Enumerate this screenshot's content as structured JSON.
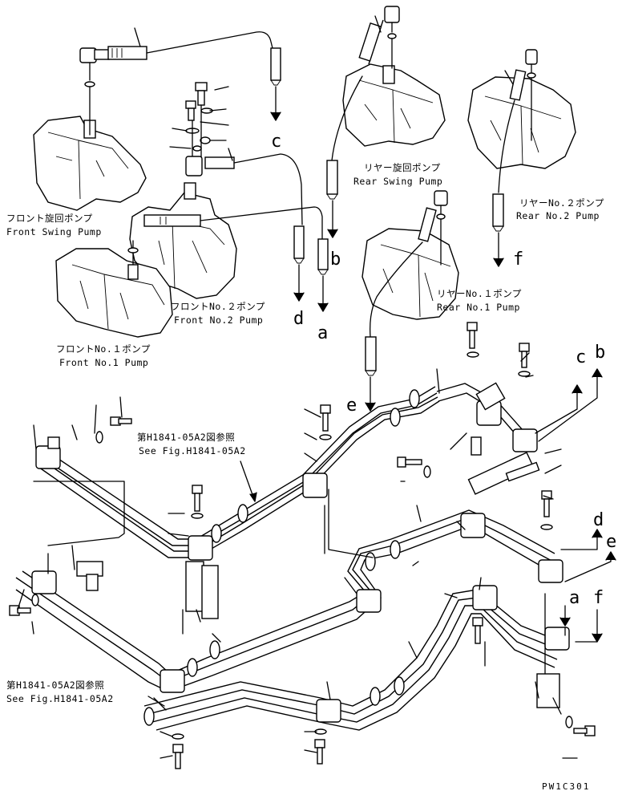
{
  "pumps": {
    "front_swing": {
      "jp": "フロント旋回ポンプ",
      "en": "Front Swing Pump"
    },
    "rear_swing": {
      "jp": "リヤー旋回ポンプ",
      "en": "Rear Swing Pump"
    },
    "rear_no2": {
      "jp": "リヤーNo.２ポンプ",
      "en": "Rear No.2 Pump"
    },
    "rear_no1": {
      "jp": "リヤーNo.１ポンプ",
      "en": "Rear No.1 Pump"
    },
    "front_no2": {
      "jp": "フロントNo.２ポンプ",
      "en": "Front No.2 Pump"
    },
    "front_no1": {
      "jp": "フロントNo.１ポンプ",
      "en": "Front No.1 Pump"
    }
  },
  "references": {
    "top": {
      "jp": "第H1841-05A2図参照",
      "en": "See Fig.H1841-05A2"
    },
    "bottom": {
      "jp": "第H1841-05A2図参照",
      "en": "See Fig.H1841-05A2"
    }
  },
  "connection_letters": {
    "c_top": "c",
    "b_top": "b",
    "d_top": "d",
    "a_top": "a",
    "f_top": "f",
    "e_mid": "e",
    "c_right": "c",
    "b_right": "b",
    "d_right": "d",
    "e_right": "e",
    "a_right": "a",
    "f_right": "f"
  },
  "drawing_code": "PW1C301"
}
